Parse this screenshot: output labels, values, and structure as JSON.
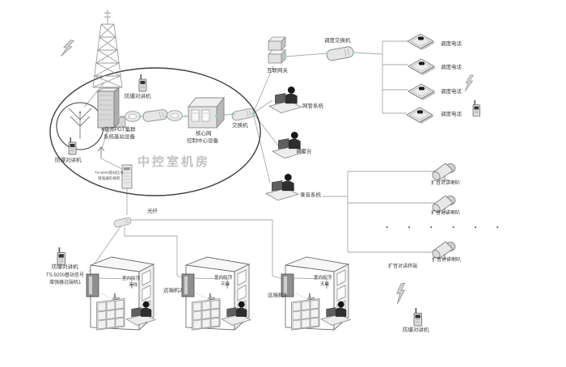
{
  "colors": {
    "accent_connector_dot": "#86d6d6",
    "line": "#a8a8a8",
    "label_text": "#3a3a3a",
    "room_label_text": "#c2c2c2"
  },
  "control_room": {
    "room_label": "中控室机房",
    "rack_label_line1": "4载频PDT集群",
    "rack_label_line2": "系统基站设备",
    "core_label_line1": "核心网",
    "core_label_line2": "控制中心设备",
    "walkie_top_label": "防爆对讲机",
    "walkie_antenna_label": "防爆对讲机",
    "repeater_near_line1": "TS-9200基站信号",
    "repeater_near_line2": "增强器近端机",
    "switch_label": "交换机"
  },
  "dispatch": {
    "gateway_label": "互联网关",
    "switch_label": "调度交换机",
    "phones": [
      {
        "label": "调度电话"
      },
      {
        "label": "调度电话"
      },
      {
        "label": "调度电话"
      },
      {
        "label": "调度电话"
      }
    ],
    "nms_label": "网管系统",
    "console_label": "调度台",
    "recording_label": "录音系统"
  },
  "pa": {
    "speakers": [
      {
        "label": "扩音对讲喇叭"
      },
      {
        "label": "扩音对讲喇叭"
      },
      {
        "label": "扩音对讲喇叭"
      }
    ],
    "terminal_label": "扩音对讲终端",
    "ellipsis": "· · · · · ·"
  },
  "field": {
    "fiber_label": "光纤",
    "buildings": [
      {
        "label_line1": "TS-9200基站信号",
        "label_line2": "增强器远端机1",
        "antenna_line1": "室内吸顶",
        "antenna_line2": "天线"
      },
      {
        "label": "远端机2",
        "antenna_line1": "室内吸顶",
        "antenna_line2": "天线"
      },
      {
        "label": "远端机3",
        "antenna_line1": "室内吸顶",
        "antenna_line2": "天线"
      }
    ],
    "walkie_bottom_left_label": "防爆对讲机",
    "walkie_bottom_right_label": "防爆对讲机"
  }
}
